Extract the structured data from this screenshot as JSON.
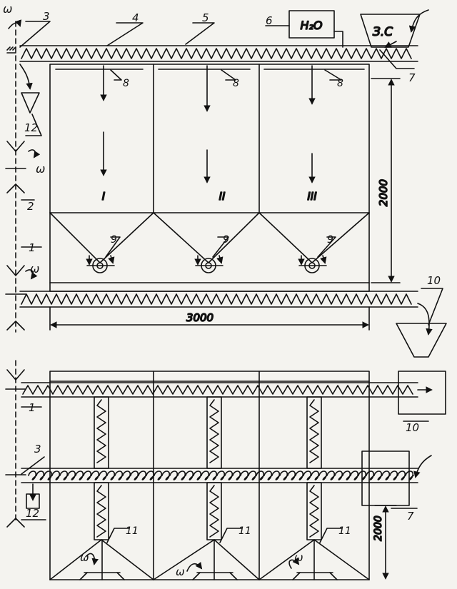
{
  "labels": {
    "n1_top": "1",
    "n2": "2",
    "n3_top": "3",
    "n4": "4",
    "n5": "5",
    "n6": "6",
    "n7_top": "7",
    "n8_a": "8",
    "n8_b": "8",
    "n8_c": "8",
    "n9_a": "9",
    "n9_b": "9",
    "n9_c": "9",
    "n10_top": "10",
    "n12_top": "12",
    "n1_bot": "1",
    "n3_bot": "3",
    "n7_bot": "7",
    "n10_bot": "10",
    "n11_a": "11",
    "n11_b": "11",
    "n11_c": "11",
    "n12_bot": "12"
  },
  "boxes": {
    "water": "H₂O",
    "feed": "З.С"
  },
  "sections": [
    "I",
    "II",
    "III"
  ],
  "dimensions": {
    "height_top": "2000",
    "width": "3000",
    "height_bot": "2000"
  },
  "omega": {
    "top_left": "ω",
    "mid_left": "ω",
    "low_left": "ω",
    "bot_1": "ω",
    "bot_2": "ω",
    "bot_3": "ω"
  }
}
